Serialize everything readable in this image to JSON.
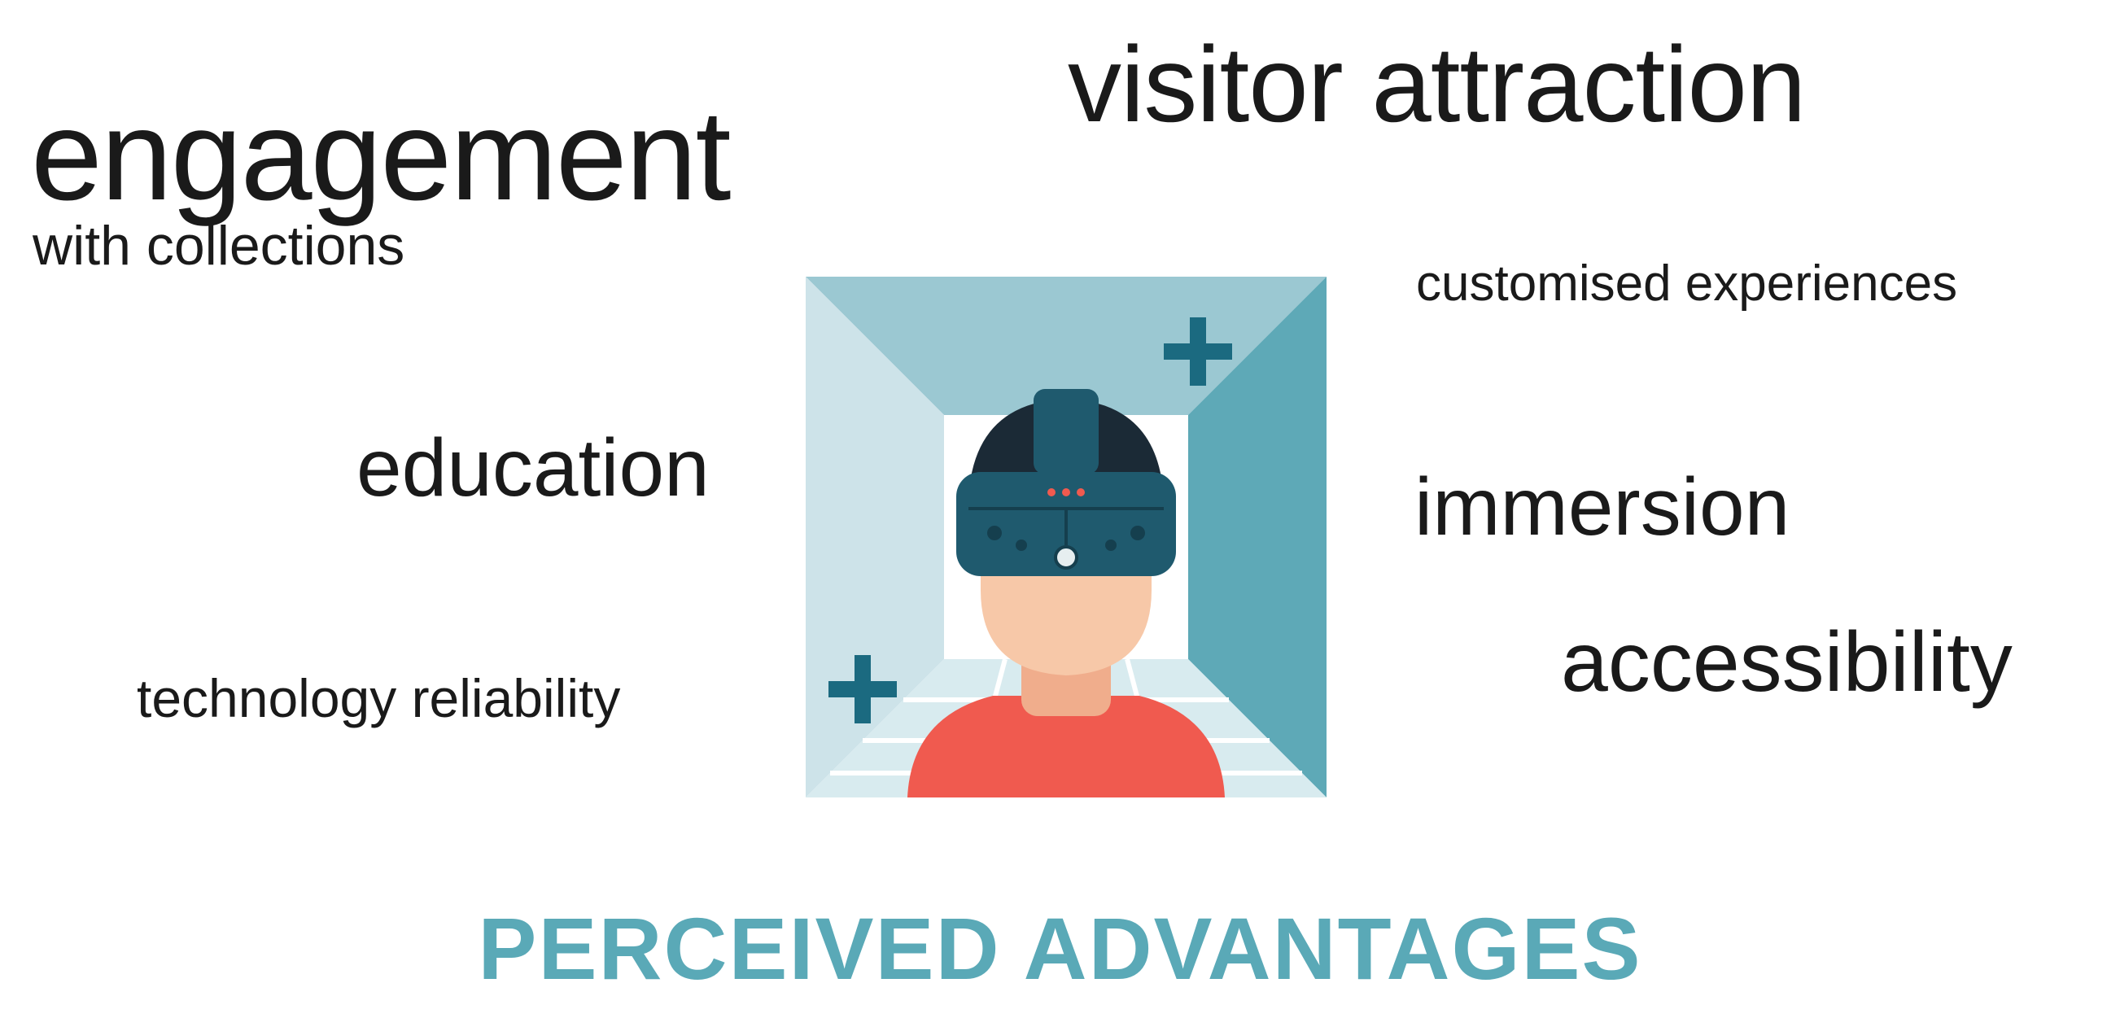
{
  "terms": {
    "engagement": "engagement",
    "engagement_sub": "with collections",
    "visitor_attraction": "visitor attraction",
    "customised_experiences": "customised experiences",
    "education": "education",
    "immersion": "immersion",
    "accessibility": "accessibility",
    "technology_reliability": "technology reliability"
  },
  "caption": "PERCEIVED ADVANTAGES",
  "colors": {
    "caption": "#5aa9b7",
    "room_top": "#9bc8d2",
    "room_left": "#cde3e9",
    "room_right": "#5ea9b7",
    "room_floor": "#d8ebef",
    "plus_sign": "#1b6a80",
    "headset": "#1f5a6e",
    "hair": "#1b2a36",
    "face": "#f7c8a8",
    "neck": "#f0ad8c",
    "shirt": "#f05a4f"
  },
  "icons": [
    "vr-headset-person-icon",
    "plus-icon"
  ]
}
